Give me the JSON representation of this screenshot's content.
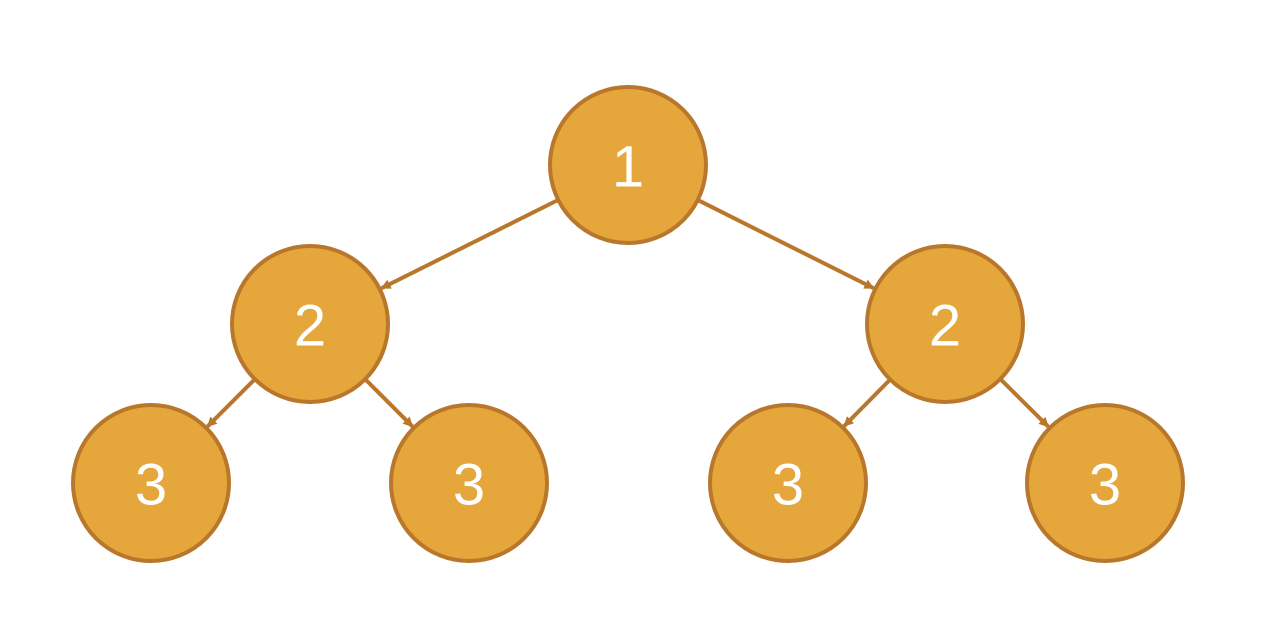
{
  "colors": {
    "node_fill": "#e5a73c",
    "node_stroke": "#b8772a",
    "edge": "#b8772a",
    "label": "#ffffff"
  },
  "nodes": [
    {
      "id": "n1",
      "label": "1"
    },
    {
      "id": "n2a",
      "label": "2"
    },
    {
      "id": "n2b",
      "label": "2"
    },
    {
      "id": "n3a",
      "label": "3"
    },
    {
      "id": "n3b",
      "label": "3"
    },
    {
      "id": "n3c",
      "label": "3"
    },
    {
      "id": "n3d",
      "label": "3"
    }
  ],
  "edges": [
    {
      "from": "n1",
      "to": "n2a"
    },
    {
      "from": "n1",
      "to": "n2b"
    },
    {
      "from": "n2a",
      "to": "n3a"
    },
    {
      "from": "n2a",
      "to": "n3b"
    },
    {
      "from": "n2b",
      "to": "n3c"
    },
    {
      "from": "n2b",
      "to": "n3d"
    }
  ]
}
